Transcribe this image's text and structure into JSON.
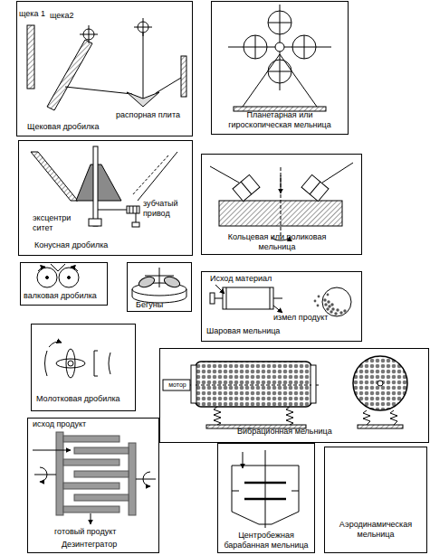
{
  "diagram": {
    "nodes": [
      {
        "text": [
          "щека 1",
          "щека2",
          "распорная плита",
          "Щековая дробилка"
        ]
      },
      {
        "text": [
          "Планетарная или гироскопическая мельница"
        ]
      },
      {
        "text": [
          "зубчатый привод",
          "эксцентри ситет",
          "Конусная дробилка"
        ]
      },
      {
        "text": [
          "Кольцевая или роликовая мельница"
        ]
      },
      {
        "text": [
          "валковая дробилка"
        ]
      },
      {
        "text": [
          "Бегуны"
        ]
      },
      {
        "text": [
          "Исход материал",
          "измел продукт",
          "Шаровая мельница"
        ]
      },
      {
        "text": [
          "Молотковая дробилка"
        ]
      },
      {
        "text": [
          "мотор",
          "Вибрационная мельница"
        ]
      },
      {
        "text": [
          "исход продукт",
          "готовый продукт",
          "Дезинтегратор"
        ]
      },
      {
        "text": [
          "Центробежная барабанная мельница"
        ]
      },
      {
        "text": [
          "Аэродинамическая мельница"
        ]
      }
    ]
  }
}
